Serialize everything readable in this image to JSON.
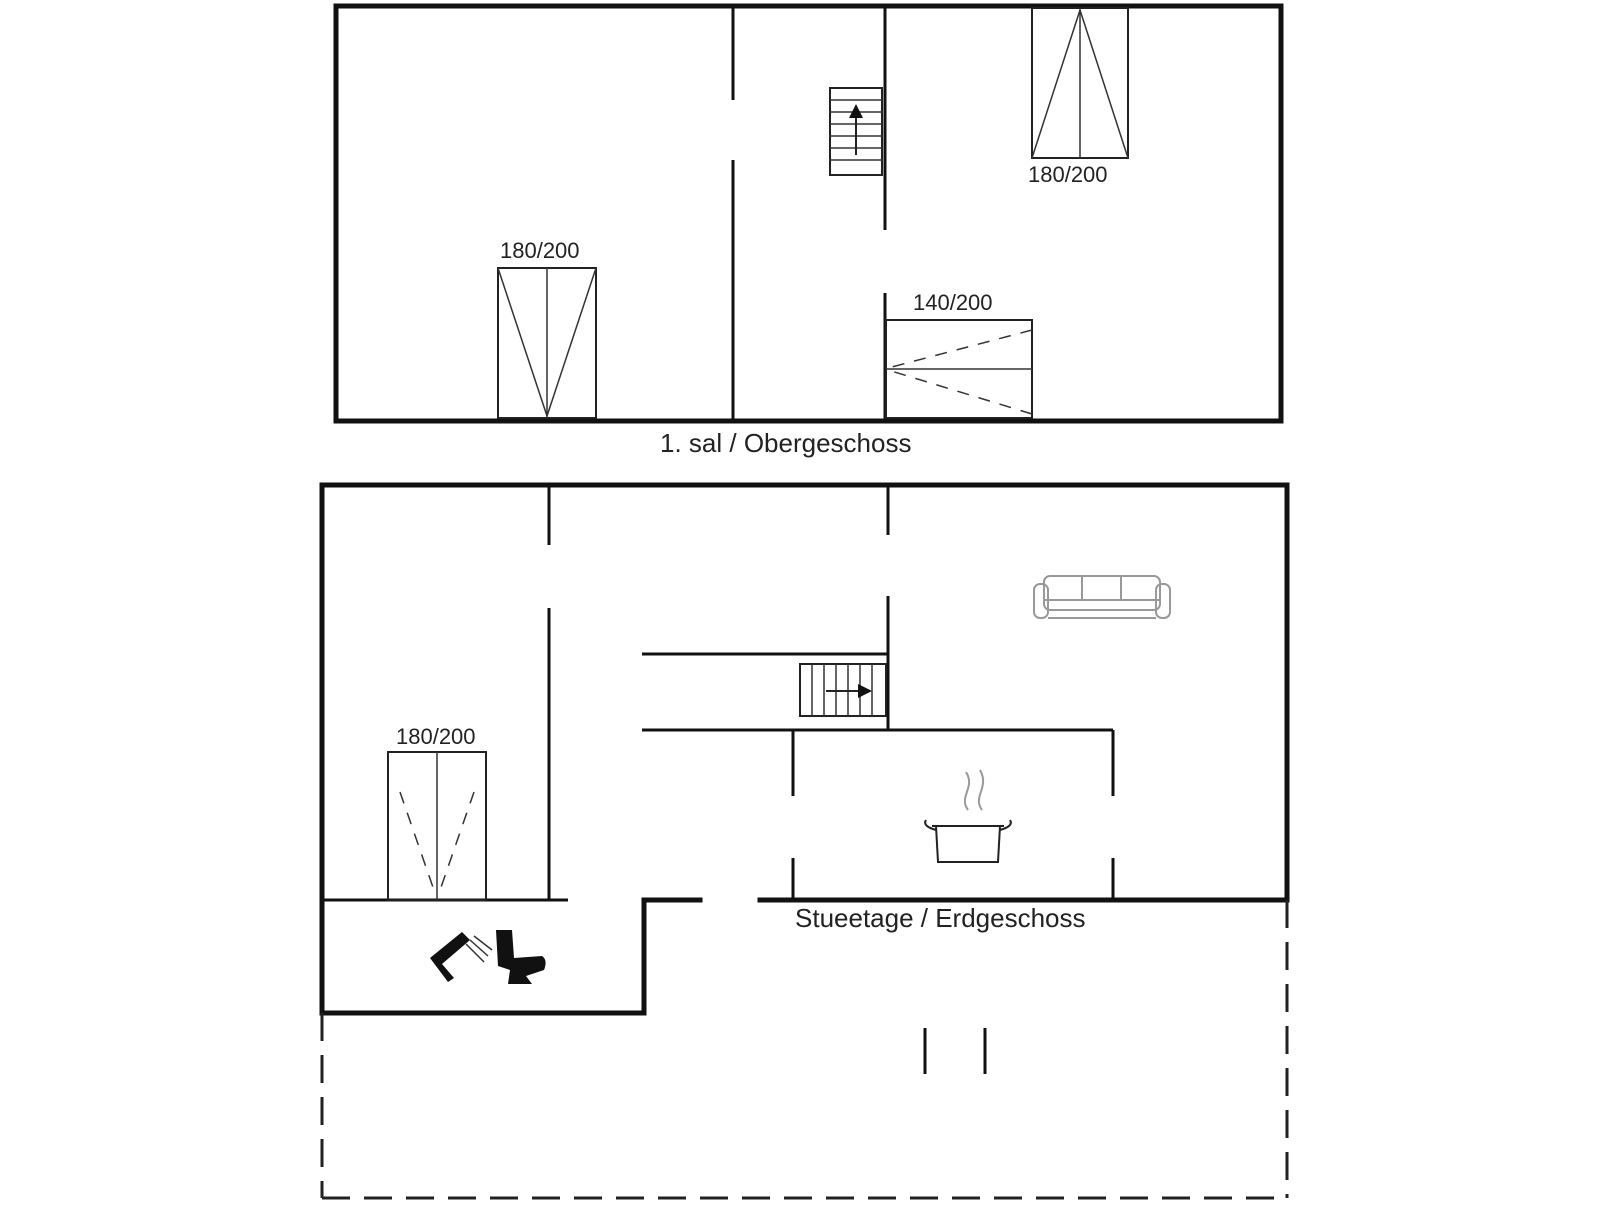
{
  "floors": {
    "upper": {
      "label": "1. sal / Obergeschoss",
      "beds": [
        {
          "size": "180/200"
        },
        {
          "size": "180/200"
        },
        {
          "size": "140/200"
        }
      ]
    },
    "ground": {
      "label": "Stueetage / Erdgeschoss",
      "beds": [
        {
          "size": "180/200"
        }
      ]
    }
  },
  "icons": {
    "stairs": "stairs-icon",
    "sofa": "sofa-icon",
    "cooking_pot": "cooking-pot-icon",
    "shower": "shower-icon",
    "toilet": "toilet-icon"
  },
  "colors": {
    "walls": "#111111",
    "background": "#ffffff"
  }
}
